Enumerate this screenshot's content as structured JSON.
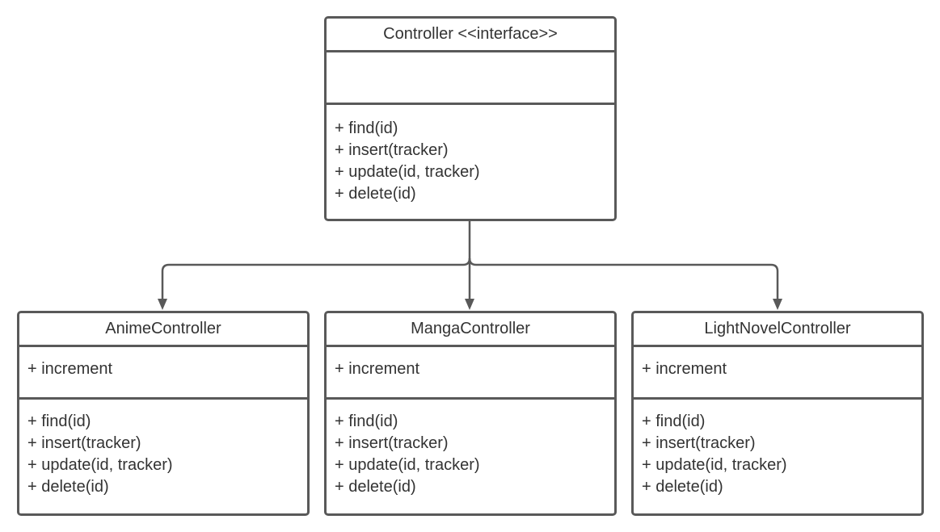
{
  "diagram": {
    "interface": {
      "name": "Controller <<interface>>",
      "attributes": [],
      "operations": [
        "+ find(id)",
        "+ insert(tracker)",
        "+ update(id, tracker)",
        "+ delete(id)"
      ]
    },
    "classes": [
      {
        "name": "AnimeController",
        "attributes": [
          "+ increment"
        ],
        "operations": [
          "+ find(id)",
          "+ insert(tracker)",
          "+ update(id, tracker)",
          "+ delete(id)"
        ]
      },
      {
        "name": "MangaController",
        "attributes": [
          "+ increment"
        ],
        "operations": [
          "+ find(id)",
          "+ insert(tracker)",
          "+ update(id, tracker)",
          "+ delete(id)"
        ]
      },
      {
        "name": "LightNovelController",
        "attributes": [
          "+ increment"
        ],
        "operations": [
          "+ find(id)",
          "+ insert(tracker)",
          "+ update(id, tracker)",
          "+ delete(id)"
        ]
      }
    ],
    "colors": {
      "line": "#595959",
      "text": "#333333",
      "background": "#ffffff"
    }
  }
}
